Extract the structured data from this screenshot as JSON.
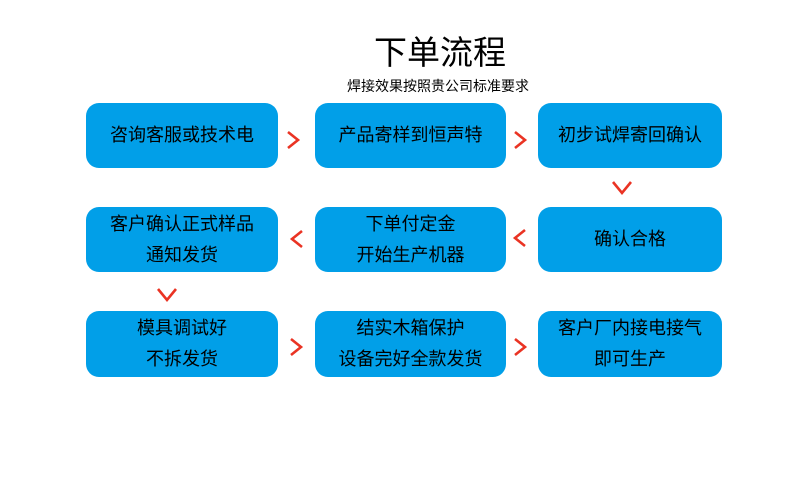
{
  "header": {
    "title": "下单流程",
    "subtitle": "焊接效果按照贵公司标准要求"
  },
  "colors": {
    "page_bg": "#ffffff",
    "box_bg": "#019fe8",
    "arrow": "#ea3323",
    "text": "#000000"
  },
  "flow": {
    "steps": [
      {
        "lines": [
          "咨询客服或技术电"
        ]
      },
      {
        "lines": [
          "产品寄样到恒声特"
        ]
      },
      {
        "lines": [
          "初步试焊寄回确认"
        ]
      },
      {
        "lines": [
          "确认合格"
        ]
      },
      {
        "lines": [
          "下单付定金",
          "开始生产机器"
        ]
      },
      {
        "lines": [
          "客户确认正式样品",
          "通知发货"
        ]
      },
      {
        "lines": [
          "模具调试好",
          "不拆发货"
        ]
      },
      {
        "lines": [
          "结实木箱保护",
          "设备完好全款发货"
        ]
      },
      {
        "lines": [
          "客户厂内接电接气",
          "即可生产"
        ]
      }
    ],
    "arrows": [
      {
        "from": 1,
        "to": 2,
        "dir": "right"
      },
      {
        "from": 2,
        "to": 3,
        "dir": "right"
      },
      {
        "from": 3,
        "to": 4,
        "dir": "down"
      },
      {
        "from": 4,
        "to": 5,
        "dir": "left"
      },
      {
        "from": 5,
        "to": 6,
        "dir": "left"
      },
      {
        "from": 6,
        "to": 7,
        "dir": "down"
      },
      {
        "from": 7,
        "to": 8,
        "dir": "right"
      },
      {
        "from": 8,
        "to": 9,
        "dir": "right"
      }
    ]
  }
}
